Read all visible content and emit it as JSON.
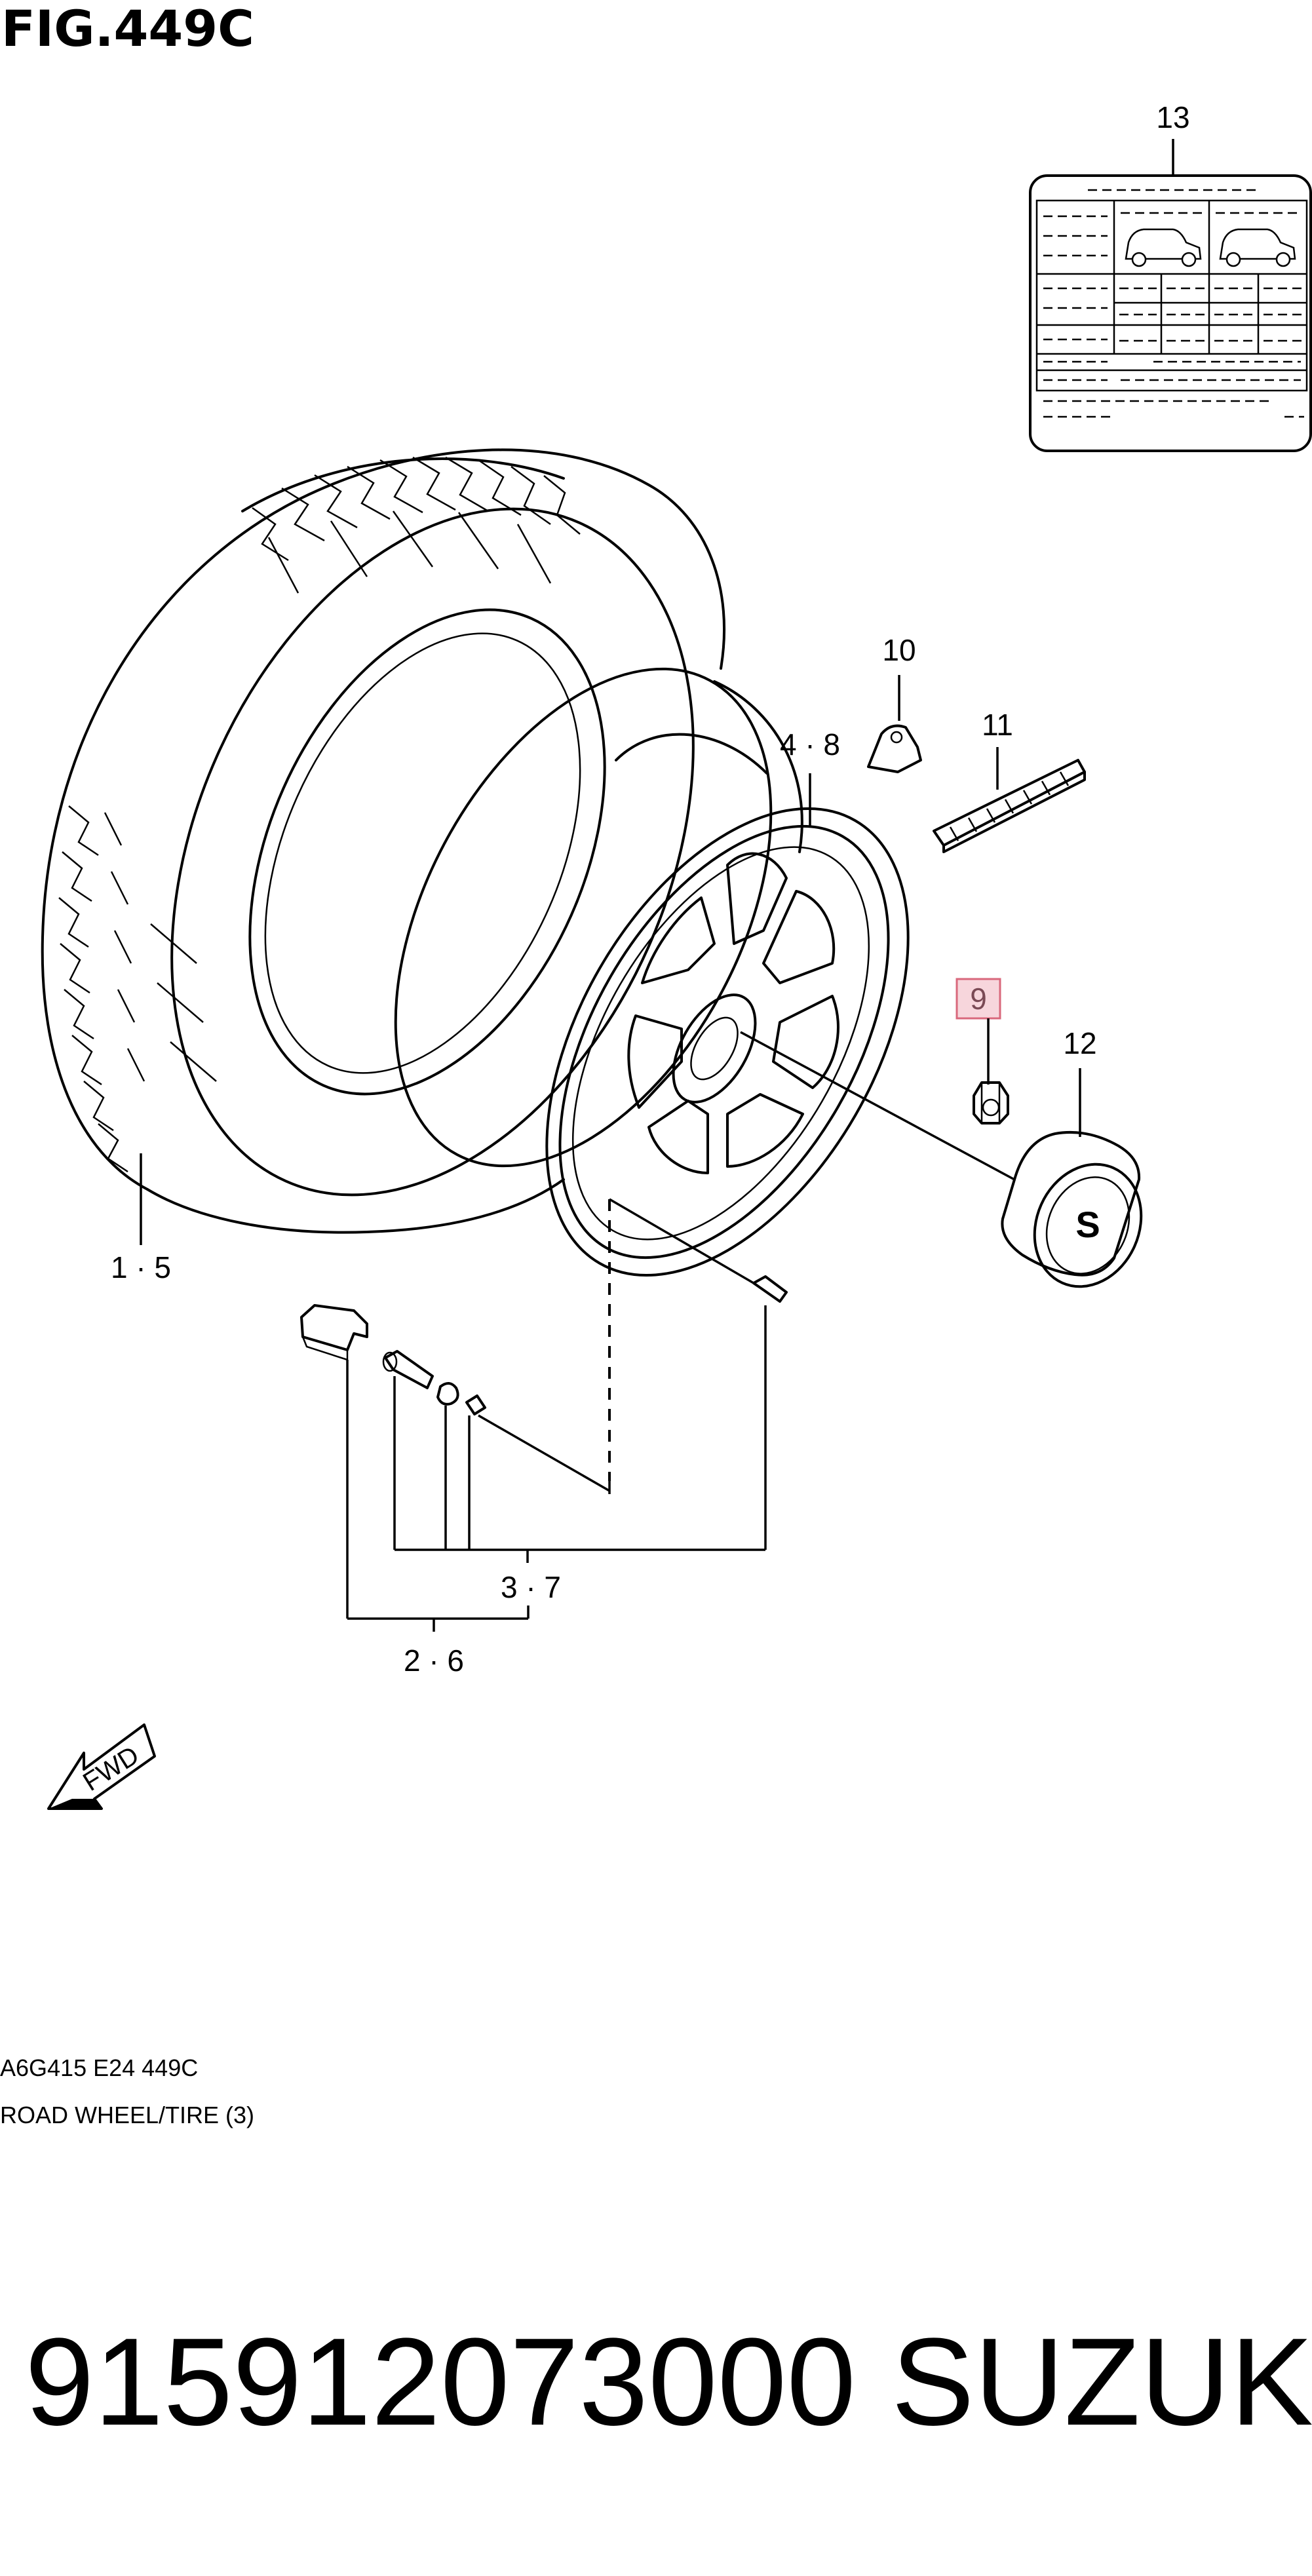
{
  "figure": {
    "title": "FIG.449C",
    "caption_code": "A6G415 E24 449C",
    "caption_name": "ROAD WHEEL/TIRE (3)"
  },
  "callouts": {
    "c_13": "13",
    "c_10": "10",
    "c_11": "11",
    "c_4_8": "4 · 8",
    "c_9": "9",
    "c_12": "12",
    "c_1_5": "1 · 5",
    "c_3_7": "3 · 7",
    "c_2_6": "2 · 6"
  },
  "direction_arrow": {
    "label": "FWD"
  },
  "footer": {
    "part_number": "915912073000",
    "brand": "SUZUKI"
  },
  "colors": {
    "highlight_fill": "#f7d6dc",
    "highlight_stroke": "#d9687c",
    "highlight_text": "#7a4a55"
  },
  "icons": {
    "tire": "tire-icon",
    "wheel": "wheel-icon",
    "label_sticker": "tire-pressure-label-icon",
    "balance_weight": "balance-weight-icon",
    "sensor": "tpms-sensor-icon",
    "nut": "wheel-nut-icon",
    "cap": "center-cap-icon",
    "valve": "valve-icon",
    "arrow": "fwd-arrow-icon"
  }
}
